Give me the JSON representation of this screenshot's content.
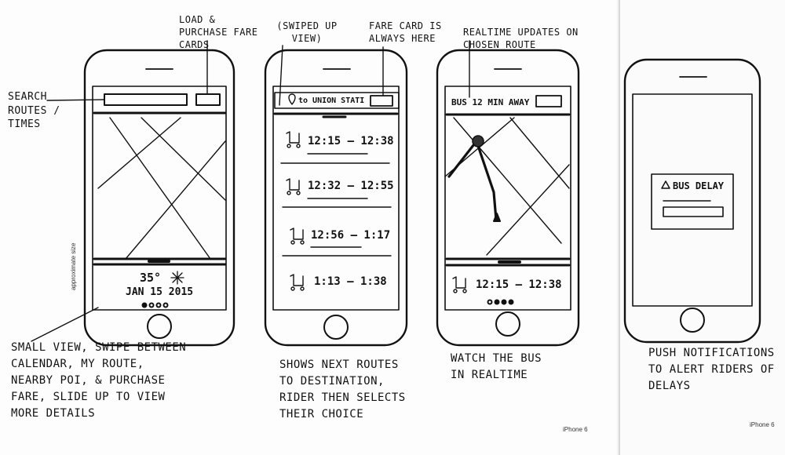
{
  "annotations": {
    "search": "SEARCH ROUTES / TIMES",
    "load_fare": "LOAD & PURCHASE FARE CARDS",
    "swiped_up": "(SWIPED UP VIEW)",
    "fare_card": "FARE CARD IS ALWAYS HERE",
    "realtime": "REALTIME UPDATES ON CHOSEN ROUTE",
    "small_view": "SMALL VIEW, SWIPE BETWEEN CALENDAR, MY ROUTE, NEARBY POI, & PURCHASE FARE, SLIDE UP TO VIEW MORE DETAILS",
    "shows_next": "SHOWS NEXT ROUTES TO DESTINATION, RIDER THEN SELECTS THEIR CHOICE",
    "watch_bus": "WATCH THE BUS IN REALTIME",
    "push": "PUSH NOTIFICATIONS TO ALERT RIDERS OF DELAYS"
  },
  "phone1": {
    "temperature": "35°",
    "date": "JAN 15 2015"
  },
  "phone2": {
    "destination": "to UNION STATI",
    "routes": [
      "12:15 – 12:38",
      "12:32 – 12:55",
      "12:56 – 1:17",
      "1:13 – 1:38"
    ]
  },
  "phone3": {
    "status": "BUS 12 MIN AWAY",
    "route": "12:15 – 12:38"
  },
  "phone4": {
    "alert_title": "BUS DELAY"
  },
  "labels": {
    "size_note": "approximate size",
    "device_label_1": "iPhone 6",
    "device_label_2": "iPhone 6"
  }
}
